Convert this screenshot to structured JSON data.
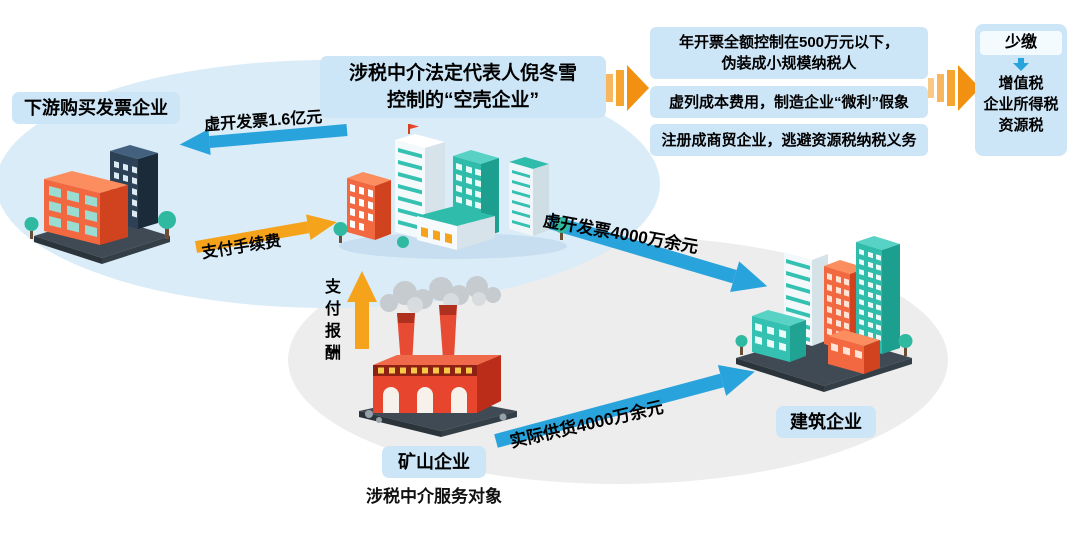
{
  "nodes": {
    "downstream": {
      "label": "下游购买发票企业"
    },
    "shell": {
      "label": "涉税中介法定代表人倪冬雪\n控制的“空壳企业”"
    },
    "mine": {
      "label": "矿山企业",
      "sublabel": "涉税中介服务对象"
    },
    "construction": {
      "label": "建筑企业"
    }
  },
  "arrows": {
    "fake_invoice_downstream": {
      "label": "虚开发票1.6亿元"
    },
    "pay_fee": {
      "label": "支付手续费"
    },
    "pay_reward": {
      "label": "支付报酬"
    },
    "fake_invoice_construction": {
      "label": "虚开发票4000万余元"
    },
    "actual_supply": {
      "label": "实际供货4000万余元"
    }
  },
  "tactics": [
    {
      "text": "年开票全额控制在500万元以下，\n伪装成小规模纳税人"
    },
    {
      "text": "虚列成本费用，制造企业“微利”假象"
    },
    {
      "text": "注册成商贸企业，逃避资源税纳税义务"
    }
  ],
  "result": {
    "title": "少缴",
    "items": [
      "增值税",
      "企业所得税",
      "资源税"
    ]
  },
  "colors": {
    "label_bg": "#cde6f7",
    "blue_arrow": "#29a3dc",
    "orange_arrow": "#f6a31c",
    "chevron_orange": "#f29111",
    "ellipse_blue": "#daecf8",
    "ellipse_gray": "#ededed"
  }
}
